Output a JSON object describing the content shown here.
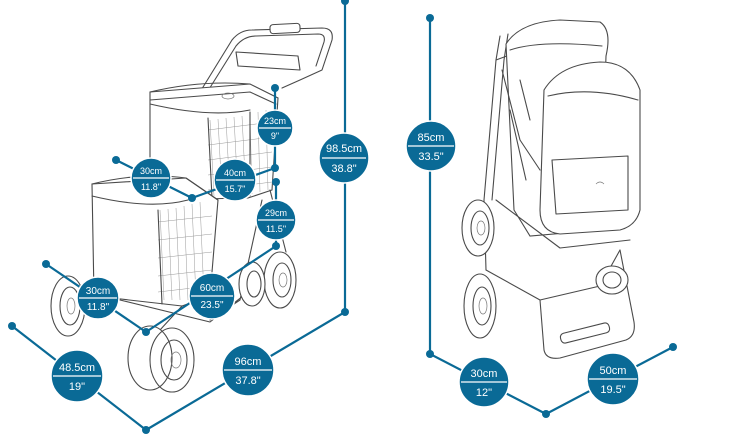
{
  "accent_color": "#0a6a96",
  "left_view": {
    "dimensions": [
      {
        "id": "handle-height",
        "metric": "98.5cm",
        "imperial": "38.8\""
      },
      {
        "id": "top-compartment-height",
        "metric": "23cm",
        "imperial": "9\""
      },
      {
        "id": "top-compartment-width",
        "metric": "30cm",
        "imperial": "11.8\""
      },
      {
        "id": "top-compartment-length",
        "metric": "40cm",
        "imperial": "15.7\""
      },
      {
        "id": "bottom-compartment-height",
        "metric": "29cm",
        "imperial": "11.5\""
      },
      {
        "id": "bottom-compartment-width",
        "metric": "30cm",
        "imperial": "11.8\""
      },
      {
        "id": "bottom-compartment-length",
        "metric": "60cm",
        "imperial": "23.5\""
      },
      {
        "id": "overall-width",
        "metric": "48.5cm",
        "imperial": "19\""
      },
      {
        "id": "overall-length",
        "metric": "96cm",
        "imperial": "37.8\""
      }
    ]
  },
  "right_view": {
    "dimensions": [
      {
        "id": "folded-height",
        "metric": "85cm",
        "imperial": "33.5\""
      },
      {
        "id": "folded-depth",
        "metric": "30cm",
        "imperial": "12\""
      },
      {
        "id": "folded-width",
        "metric": "50cm",
        "imperial": "19.5\""
      }
    ]
  }
}
